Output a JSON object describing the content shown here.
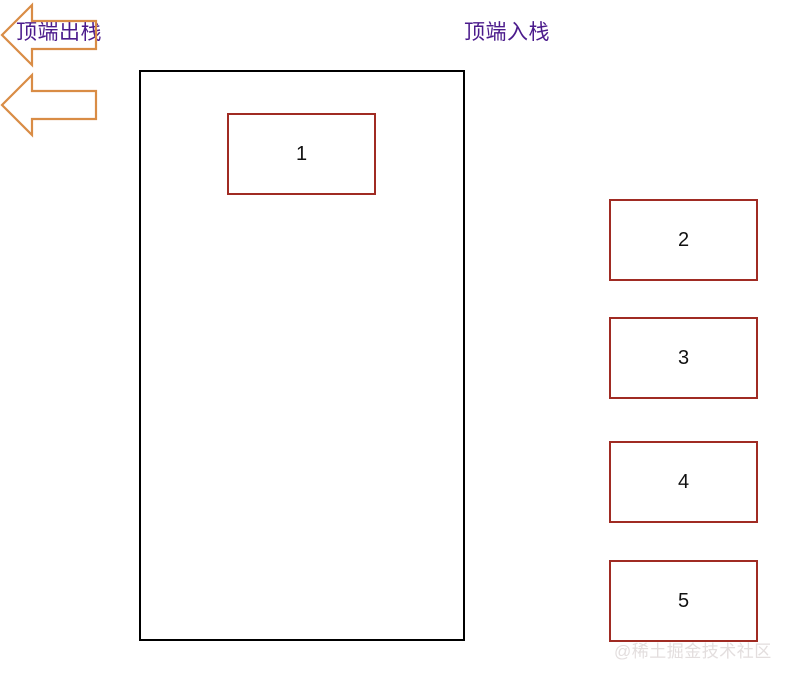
{
  "diagram": {
    "title": "Stack push and pop diagram",
    "colors": {
      "label_purple": "#4B1B8C",
      "arrow_orange": "#D98C45",
      "box_border_red": "#A02B23",
      "container_black": "#000000",
      "watermark_gray": "#E3DEDE",
      "background": "#FFFFFF"
    },
    "labels": {
      "pop": "顶端出栈",
      "push": "顶端入栈"
    },
    "icons": {
      "pop_arrow": "arrow-left-outline-icon",
      "push_arrow": "arrow-left-outline-icon"
    },
    "stack": {
      "name": "stack-container",
      "items": [
        {
          "id": "box-1",
          "label": "1",
          "inside_stack": true
        }
      ]
    },
    "queue": {
      "name": "incoming-elements",
      "items": [
        {
          "id": "box-2",
          "label": "2",
          "inside_stack": false
        },
        {
          "id": "box-3",
          "label": "3",
          "inside_stack": false
        },
        {
          "id": "box-4",
          "label": "4",
          "inside_stack": false
        },
        {
          "id": "box-5",
          "label": "5",
          "inside_stack": false
        }
      ]
    },
    "watermark": "@稀土掘金技术社区"
  }
}
